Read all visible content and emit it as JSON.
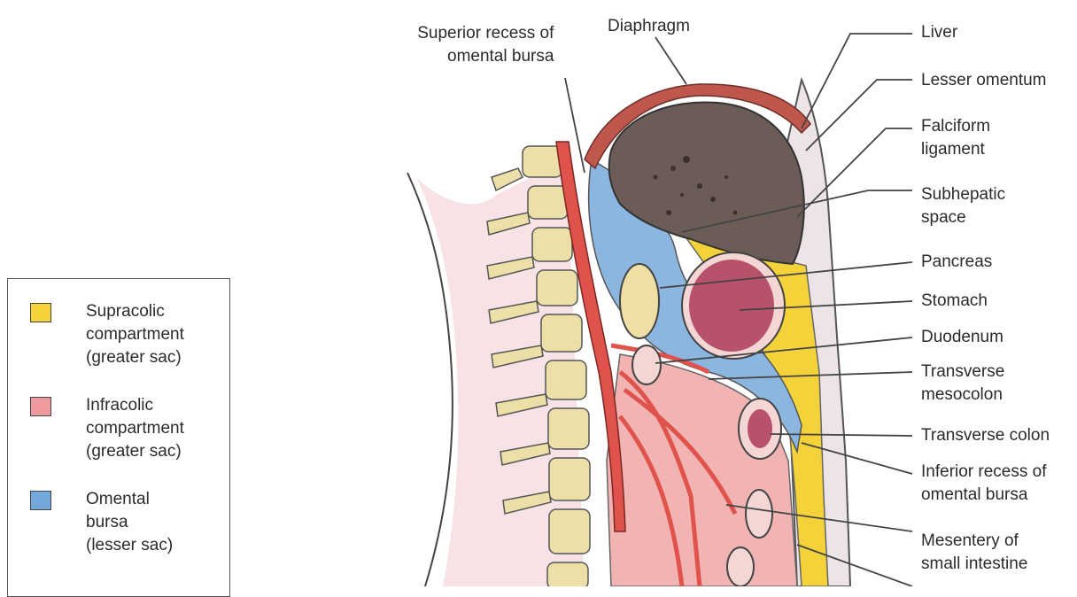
{
  "labels": {
    "superior_recess": [
      "Superior recess of",
      "omental bursa"
    ],
    "diaphragm": "Diaphragm",
    "liver": "Liver",
    "lesser_omentum": "Lesser omentum",
    "falciform": [
      "Falciform",
      "ligament"
    ],
    "subhepatic": [
      "Subhepatic",
      "space"
    ],
    "pancreas": "Pancreas",
    "stomach": "Stomach",
    "duodenum": "Duodenum",
    "transverse_mesocolon": [
      "Transverse",
      "mesocolon"
    ],
    "transverse_colon": "Transverse colon",
    "inferior_recess": [
      "Inferior recess of",
      "omental bursa"
    ],
    "mesentery": [
      "Mesentery of",
      "small intestine"
    ]
  },
  "legend": {
    "items": [
      {
        "lines": [
          "Supracolic",
          "compartment",
          "(greater sac)"
        ],
        "color": "#f3d23a"
      },
      {
        "lines": [
          "Infracolic",
          "compartment",
          "(greater sac)"
        ],
        "color": "#ef9a9e"
      },
      {
        "lines": [
          "Omental",
          "bursa",
          "(lesser sac)"
        ],
        "color": "#74a8d9"
      }
    ]
  },
  "colors": {
    "supracolic": "#f3d23a",
    "infracolic": "#f2b4b2",
    "omental": "#8ab6e0",
    "liver": "#6b5c58",
    "artery": "#e0524c",
    "vertebra": "#ece0a8",
    "leader": "#444444"
  }
}
